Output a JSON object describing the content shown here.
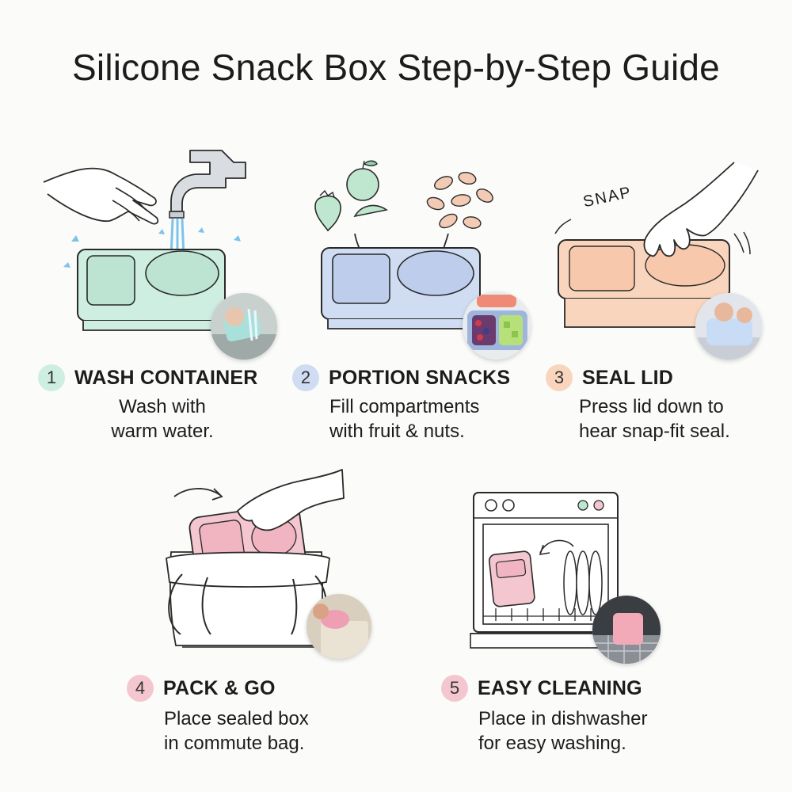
{
  "title": "Silicone Snack Box Step-by-Step Guide",
  "snap_text": "SNAP",
  "colors": {
    "mint": "#cdeee0",
    "blue": "#cfdcf2",
    "peach": "#f9d5bd",
    "pink": "#f4c7d0",
    "line": "#2a2a2a"
  },
  "steps": [
    {
      "number": "1",
      "label": "WASH CONTAINER",
      "desc_line1": "Wash with",
      "desc_line2": "warm water.",
      "badge_color": "#cdeee0",
      "icon": "washing-hands-faucet"
    },
    {
      "number": "2",
      "label": "PORTION SNACKS",
      "desc_line1": "Fill compartments",
      "desc_line2": "with fruit & nuts.",
      "badge_color": "#cfdcf2",
      "icon": "fruit-and-nuts"
    },
    {
      "number": "3",
      "label": "SEAL LID",
      "desc_line1": "Press lid down to",
      "desc_line2": "hear snap-fit seal.",
      "badge_color": "#f9d5bd",
      "icon": "hand-pressing-lid"
    },
    {
      "number": "4",
      "label": "PACK & GO",
      "desc_line1": "Place sealed box",
      "desc_line2": "in commute bag.",
      "badge_color": "#f4c7d0",
      "icon": "tote-bag"
    },
    {
      "number": "5",
      "label": "EASY CLEANING",
      "desc_line1": "Place in dishwasher",
      "desc_line2": "for easy washing.",
      "badge_color": "#f4c7d0",
      "icon": "dishwasher"
    }
  ]
}
